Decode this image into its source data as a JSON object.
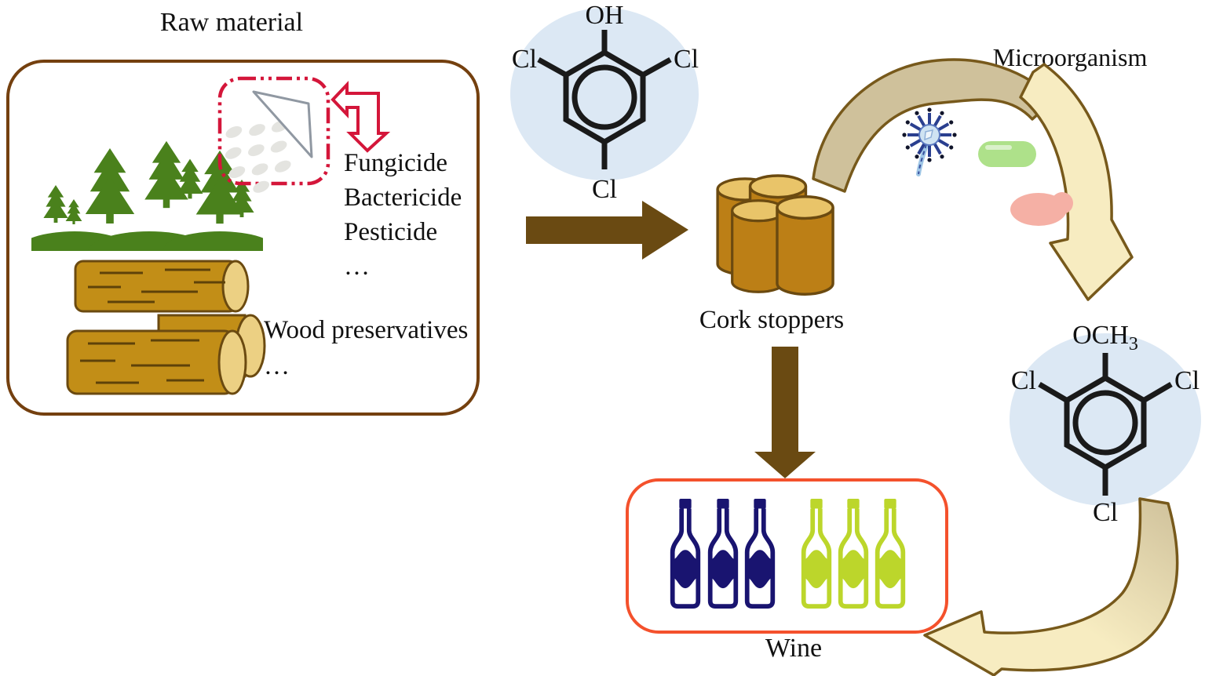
{
  "texts": {
    "raw_material": "Raw material",
    "agents": [
      "Fungicide",
      "Bactericide",
      "Pesticide",
      "…"
    ],
    "wood_preservatives": [
      "Wood preservatives",
      "…"
    ],
    "cork_stoppers": "Cork stoppers",
    "microorganism": "Microorganism",
    "wine": "Wine"
  },
  "molecules": {
    "trichlorophenol": {
      "top": "OH",
      "left": "Cl",
      "right": "Cl",
      "bottom": "Cl"
    },
    "trichloroanisole": {
      "top": "OCH",
      "top_subscript": "3",
      "left": "Cl",
      "right": "Cl",
      "bottom": "Cl"
    }
  },
  "colors": {
    "text_black": "#111111",
    "box_border_brown": "#74400f",
    "red_accent": "#d4163a",
    "arrow_brown": "#6a4a12",
    "molecule_bg_blue": "#dce8f4",
    "bond_black": "#1a1a1a",
    "tree_green": "#4a811c",
    "log_gold": "#c28e17",
    "log_end": "#ecd083",
    "log_outline": "#6b4a10",
    "log_texture": "#5e4209",
    "cork_body": "#bc7f16",
    "cork_top": "#e9c469",
    "arc_tan": "#cfc19b",
    "arc_cream": "#f7ecc1",
    "arc_outline": "#77591b",
    "wine_box_border": "#f4512c",
    "bottle_navy": "#191470",
    "bottle_green": "#bcd62b",
    "microbe_blue": "#2a3f8f",
    "microbe_center": "#cfe3f2",
    "microbe_stalk": "#9fc6e6",
    "bacteria_green": "#aee18a",
    "yeast_pink": "#f5b0a5",
    "droplet_gray": "#e4e4e0",
    "triangle_gray": "#9098a2"
  }
}
